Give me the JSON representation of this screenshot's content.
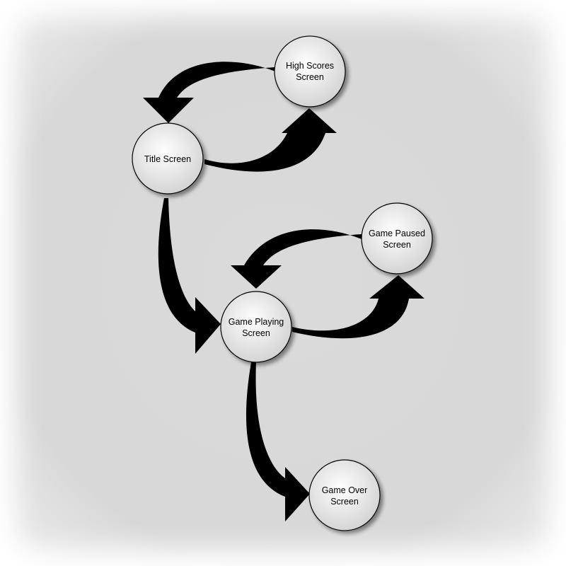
{
  "diagram": {
    "colors": {
      "arrow": "#000000",
      "node_fill_center": "#ffffff",
      "node_fill_edge": "#d4d4d4",
      "node_stroke": "#000000"
    },
    "nodes": {
      "high_scores": {
        "line1": "High Scores",
        "line2": "Screen"
      },
      "title": {
        "line1": "Title Screen"
      },
      "game_paused": {
        "line1": "Game Paused",
        "line2": "Screen"
      },
      "game_playing": {
        "line1": "Game Playing",
        "line2": "Screen"
      },
      "game_over": {
        "line1": "Game Over",
        "line2": "Screen"
      }
    },
    "edges": [
      {
        "from": "High Scores Screen",
        "to": "Title Screen"
      },
      {
        "from": "Title Screen",
        "to": "High Scores Screen"
      },
      {
        "from": "Title Screen",
        "to": "Game Playing Screen"
      },
      {
        "from": "Game Paused Screen",
        "to": "Game Playing Screen"
      },
      {
        "from": "Game Playing Screen",
        "to": "Game Paused Screen"
      },
      {
        "from": "Game Playing Screen",
        "to": "Game Over Screen"
      }
    ]
  }
}
